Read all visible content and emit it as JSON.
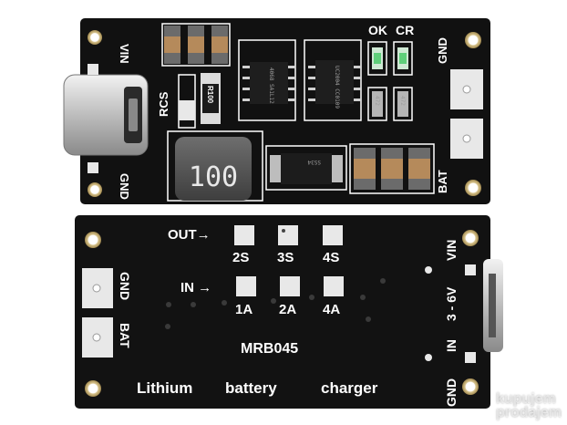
{
  "top_board": {
    "labels": {
      "vin": "VIN",
      "gnd_left": "GND",
      "rcs": "RCS",
      "resistor": "R100",
      "ok": "OK",
      "cr": "CR",
      "gnd_right": "GND",
      "bat": "BAT",
      "inductor": "100",
      "diode": "SS34",
      "ic1": "4068 SA1L12",
      "ic2": "UC2004 CC0109",
      "cap1": "472",
      "cap2": "472"
    }
  },
  "bottom_board": {
    "labels": {
      "out": "OUT→",
      "in": "IN →",
      "cells": [
        "2S",
        "3S",
        "4S"
      ],
      "currents": [
        "1A",
        "2A",
        "4A"
      ],
      "gnd": "GND",
      "bat": "BAT",
      "model": "MRB045",
      "word1": "Lithium",
      "word2": "battery",
      "word3": "charger",
      "vin": "VIN",
      "voltage": "3 - 6V",
      "in_right": "IN",
      "gnd_right": "GND"
    }
  },
  "watermark": {
    "line1": "kupujem",
    "line2": "prodajem"
  },
  "colors": {
    "pcb": "#121212",
    "silkscreen": "#ffffff",
    "pad": "#e8e8e8",
    "copper_hole": "#d9c9a0"
  }
}
